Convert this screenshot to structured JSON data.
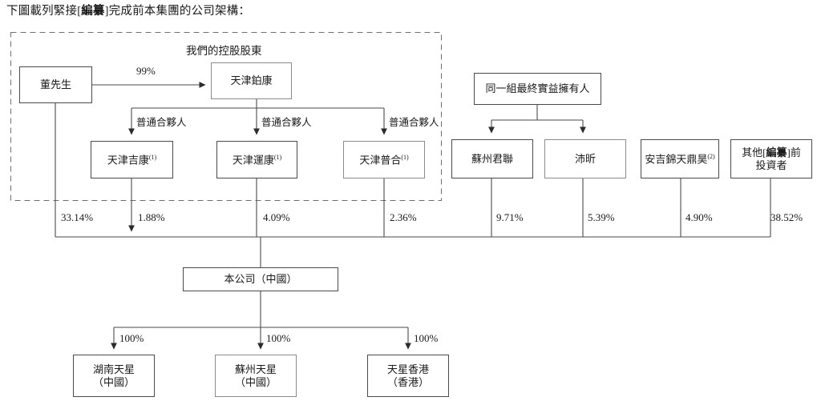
{
  "caption": {
    "prefix": "下圖載列緊接[",
    "bold": "編纂",
    "suffix": "]完成前本集團的公司架構："
  },
  "dashed_group": {
    "label": "我們的控股股東"
  },
  "nodes": {
    "dong": {
      "name": "董先生"
    },
    "tianjin_bokang": {
      "name": "天津鉑康"
    },
    "tianjin_jikang": {
      "name": "天津吉康",
      "note": "(1)"
    },
    "tianjin_yunkang": {
      "name": "天津運康",
      "note": "(1)"
    },
    "tianjin_puhe": {
      "name": "天津普合",
      "note": "(1)"
    },
    "ubo_group": {
      "name": "同一組最終實益擁有人"
    },
    "suzhou_junlian": {
      "name": "蘇州君聯"
    },
    "peixin": {
      "name": "沛昕"
    },
    "anji": {
      "name": "安吉錦天鼎昊",
      "note": "(2)"
    },
    "other_investors": {
      "line1_prefix": "其他[",
      "line1_bold": "編纂",
      "line1_suffix": "]前",
      "line2": "投資者"
    },
    "company": {
      "name": "本公司（中國）"
    },
    "hunan": {
      "line1": "湖南天星",
      "line2": "（中國）"
    },
    "suzhou_tx": {
      "line1": "蘇州天星",
      "line2": "（中國）"
    },
    "tx_hk": {
      "line1": "天星香港",
      "line2": "（香港）"
    }
  },
  "edges": {
    "dong_to_bokang_pct": "99%",
    "gp_label_1": "普通合夥人",
    "gp_label_2": "普通合夥人",
    "gp_label_3": "普通合夥人",
    "dong_pct": "33.14%",
    "jikang_pct": "1.88%",
    "yunkang_pct": "4.09%",
    "puhe_pct": "2.36%",
    "junlian_pct": "9.71%",
    "peixin_pct": "5.39%",
    "anji_pct": "4.90%",
    "other_pct": "38.52%",
    "sub1_pct": "100%",
    "sub2_pct": "100%",
    "sub3_pct": "100%"
  },
  "colors": {
    "line": "#4a4a4a",
    "line_soft": "#8c8c8c",
    "text": "#1a1a1a",
    "background": "#ffffff"
  }
}
